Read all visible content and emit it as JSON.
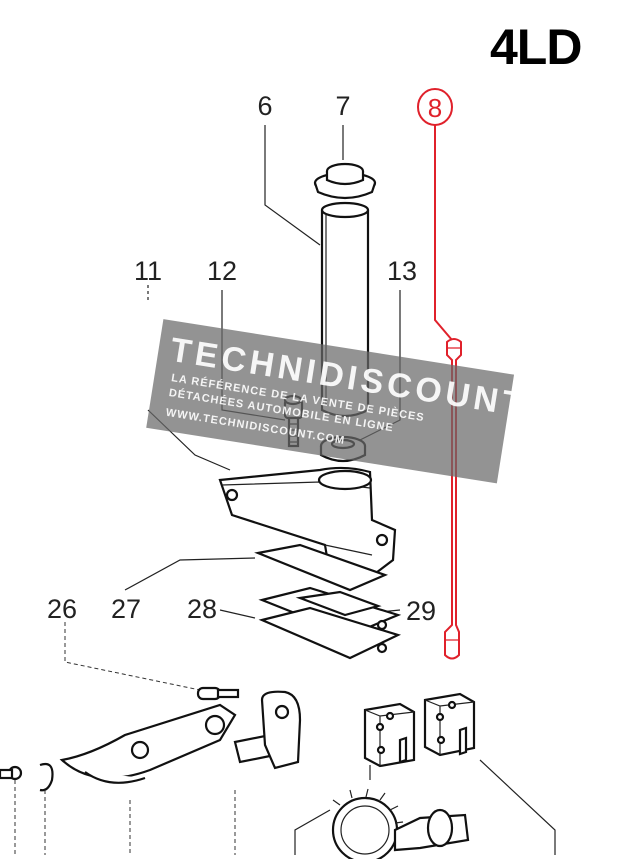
{
  "title": "4LD",
  "callouts": {
    "c6": "6",
    "c7": "7",
    "c8": "8",
    "c11": "11",
    "c12": "12",
    "c13": "13",
    "c26": "26",
    "c27": "27",
    "c28": "28",
    "c29": "29"
  },
  "watermark": {
    "brand": "TECHNIDISCOUNT",
    "line1": "LA RÉFÉRENCE DE LA VENTE DE PIÈCES",
    "line2": "DÉTACHÉES AUTOMOBILE EN LIGNE",
    "url": "WWW.TECHNIDISCOUNT.COM"
  },
  "colors": {
    "highlight": "#e0212b",
    "watermark": "#6a6a6a"
  }
}
